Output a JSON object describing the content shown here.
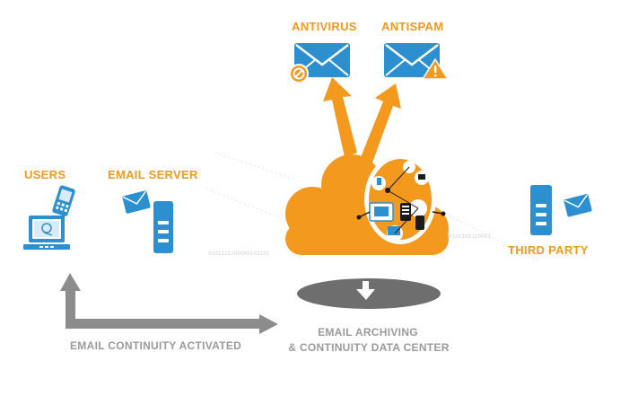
{
  "labels": {
    "antivirus": "ANTIVIRUS",
    "antispam": "ANTISPAM",
    "users": "USERS",
    "email_server": "EMAIL SERVER",
    "third_party": "THIRD PARTY",
    "archiving_line1": "EMAIL ARCHIVING",
    "archiving_line2": "& CONTINUITY DATA CENTER",
    "continuity": "EMAIL CONTINUITY ACTIVATED"
  },
  "binary_stream": {
    "left": "0101111100000101101",
    "right": "0101101110001"
  },
  "colors": {
    "orange": "#f39a1e",
    "blue": "#2b8fd0",
    "dark_blue": "#1d6fa8",
    "grey": "#8c8c8c",
    "dark_grey": "#6b6b6b",
    "ellipse_grey": "#6e6e6e"
  }
}
